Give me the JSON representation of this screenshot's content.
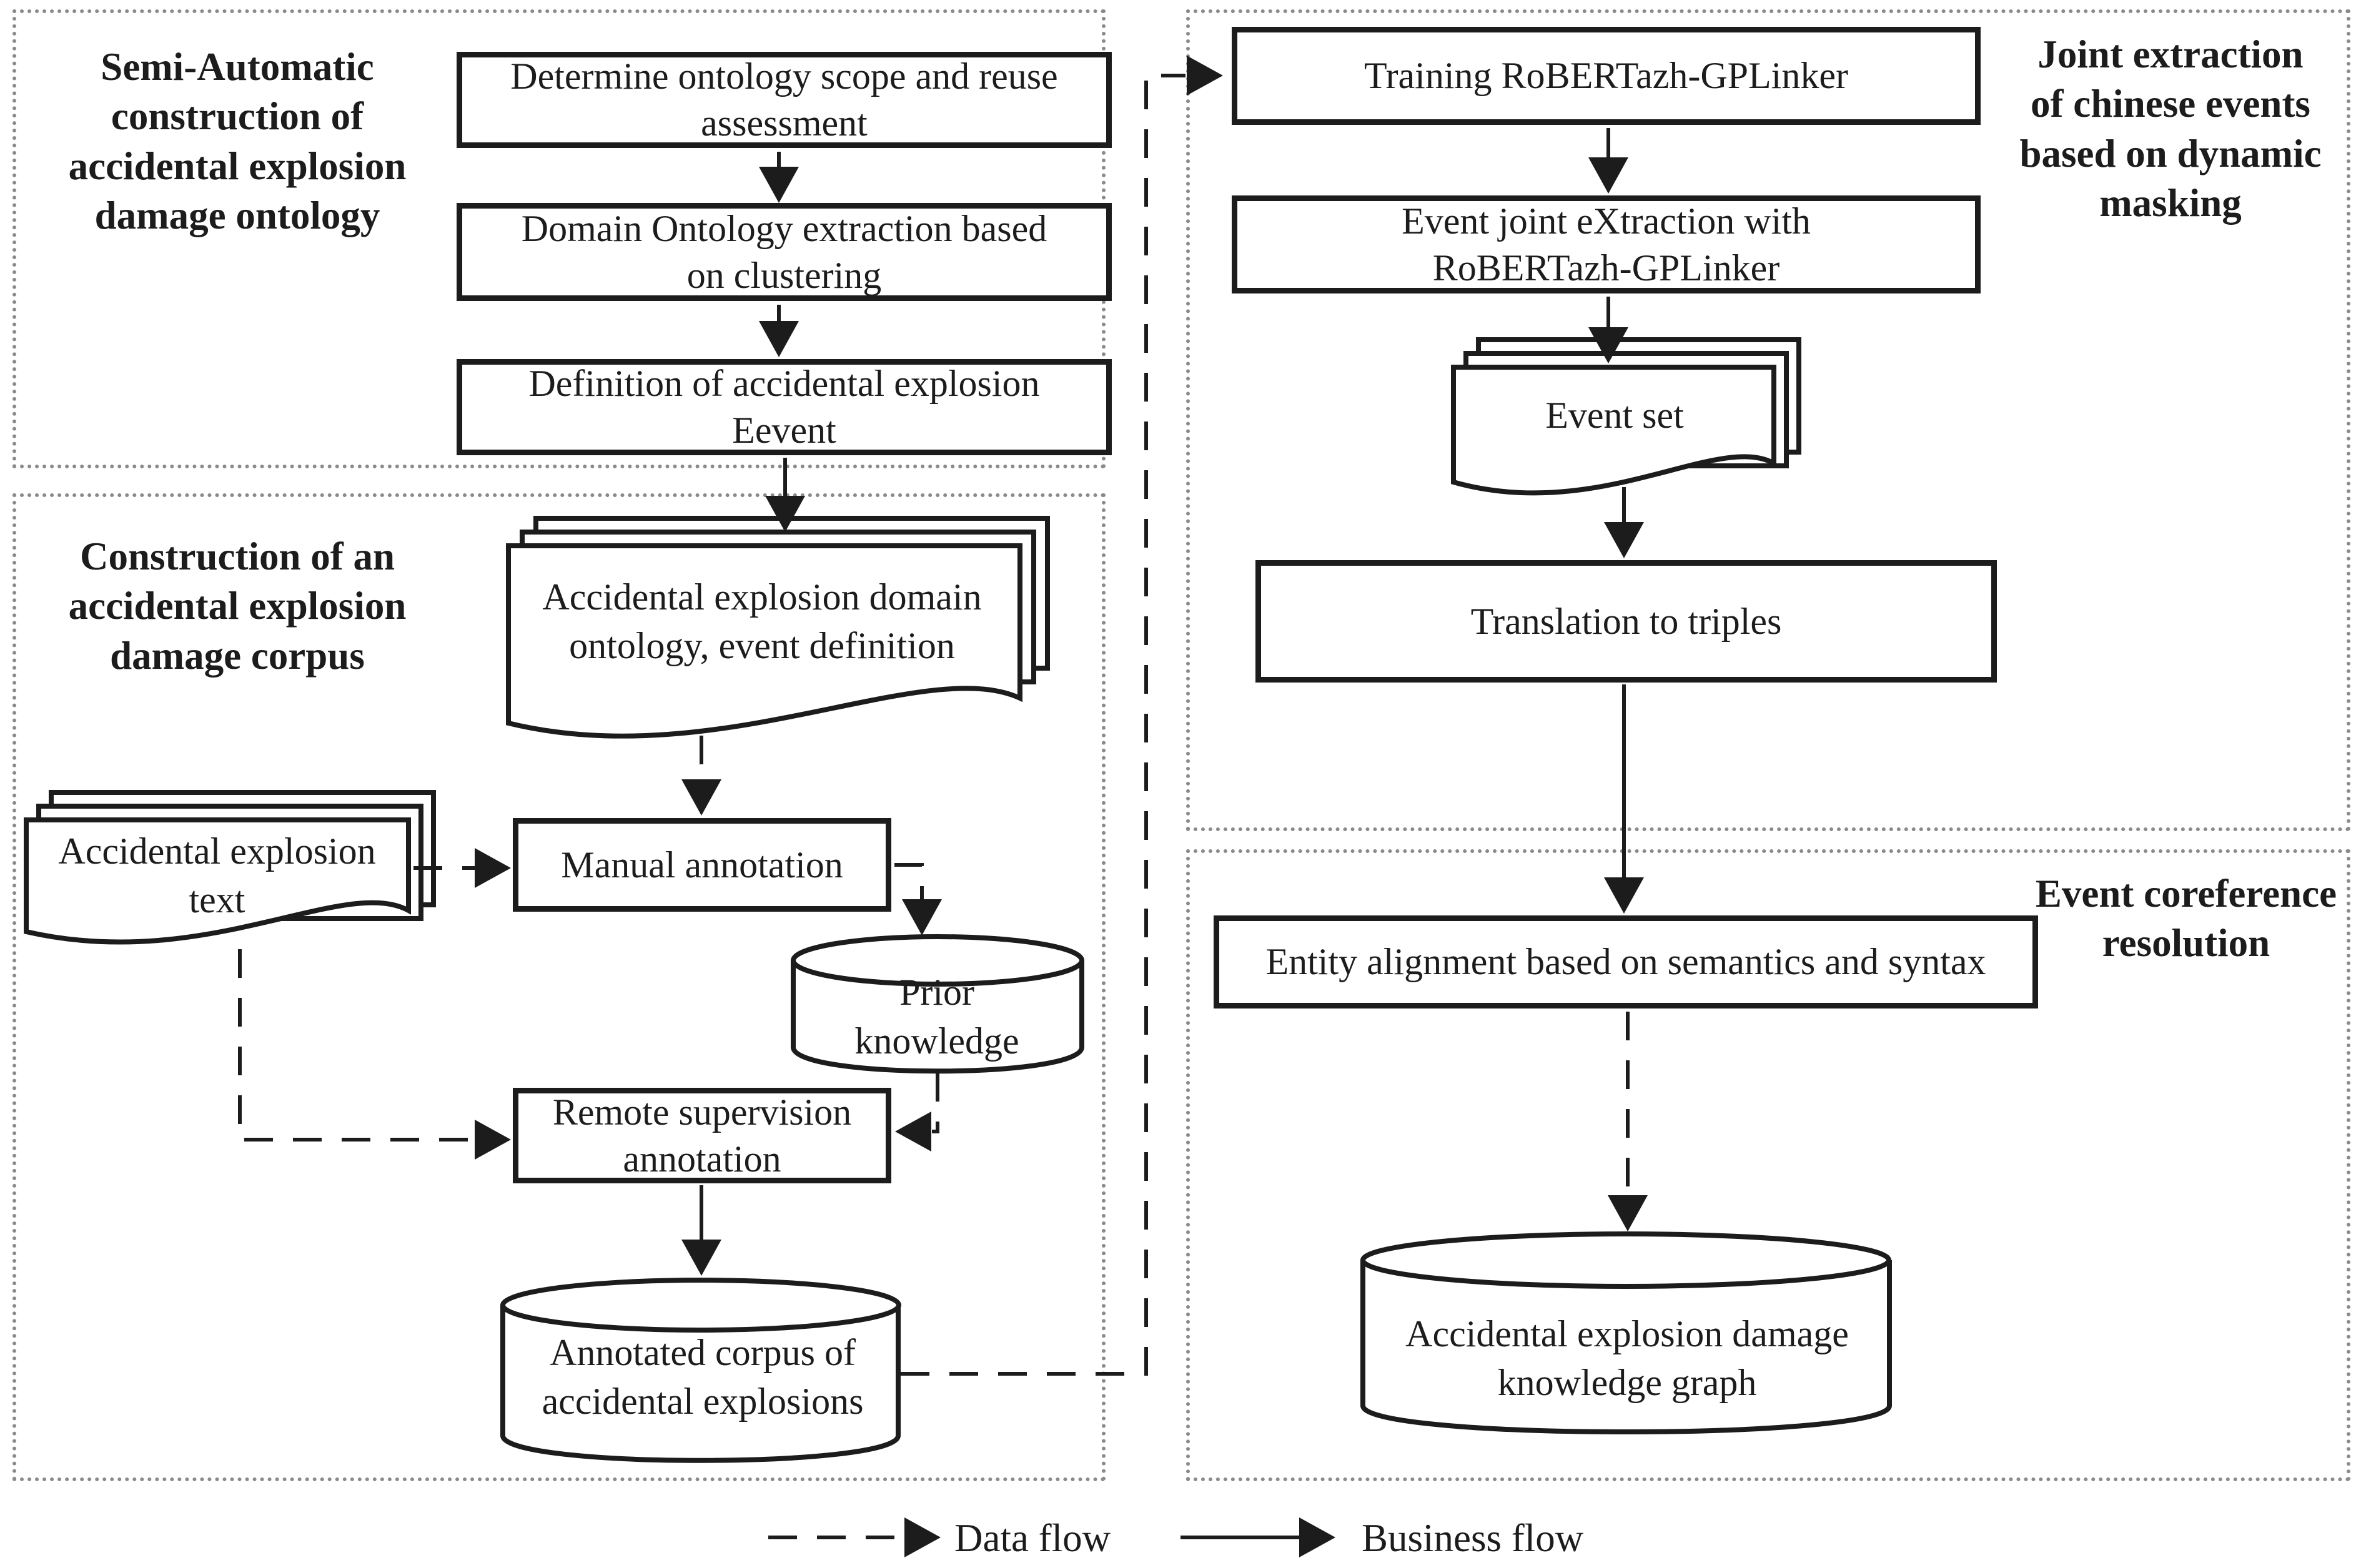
{
  "colors": {
    "line": "#1c1c1c",
    "panel_border": "#8a8a8a",
    "background": "#ffffff"
  },
  "panels": {
    "ontology": {
      "title": "Semi-Automatic\nconstruction of\naccidental explosion\ndamage ontology"
    },
    "corpus": {
      "title": "Construction of an\naccidental explosion\ndamage corpus"
    },
    "joint_extraction": {
      "title": "Joint extraction\nof chinese events\nbased on dynamic\nmasking"
    },
    "coreference": {
      "title": "Event coreference\nresolution"
    }
  },
  "boxes": {
    "determine": "Determine ontology scope and reuse\nassessment",
    "domain_ontology": "Domain Ontology extraction based\non clustering",
    "definition": "Definition of accidental explosion\nEevent",
    "manual_annotation": "Manual annotation",
    "remote_supervision": "Remote supervision\nannotation",
    "training": "Training RoBERTazh-GPLinker",
    "event_joint": "Event joint eXtraction with\nRoBERTazh-GPLinker",
    "translation": "Translation to triples",
    "entity_alignment": "Entity alignment based on semantics and syntax"
  },
  "documents": {
    "domain_ontology_doc": "Accidental explosion domain\nontology, event definition",
    "explosion_text_doc": "Accidental explosion\ntext",
    "event_set_doc": "Event set"
  },
  "datastores": {
    "prior_knowledge": "Prior\nknowledge",
    "annotated_corpus": "Annotated corpus of\naccidental explosions",
    "knowledge_graph": "Accidental explosion damage\nknowledge graph"
  },
  "legend": {
    "data_flow_label": "Data flow",
    "business_flow_label": "Business flow"
  }
}
